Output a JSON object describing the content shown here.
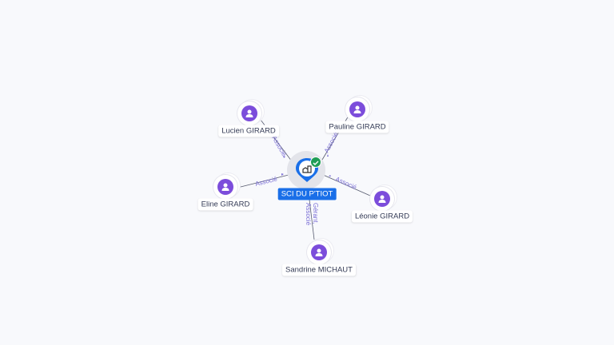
{
  "company": {
    "name": "SCI DU P'TIOT",
    "icon": "building-icon",
    "verified_icon": "check-circle-icon",
    "color": "#1a6fe8"
  },
  "people": [
    {
      "name": "Lucien GIRARD",
      "role": "Associé"
    },
    {
      "name": "Pauline GIRARD",
      "role": "Associé"
    },
    {
      "name": "Eline GIRARD",
      "role": "Associé"
    },
    {
      "name": "Léonie GIRARD",
      "role": "Associé"
    },
    {
      "name": "Sandrine MICHAUT",
      "role": "Gérant,",
      "role2": "Associé"
    }
  ],
  "colors": {
    "person": "#7c4ddb",
    "edge_label": "#7b6fd6",
    "verified": "#1f9d55"
  }
}
